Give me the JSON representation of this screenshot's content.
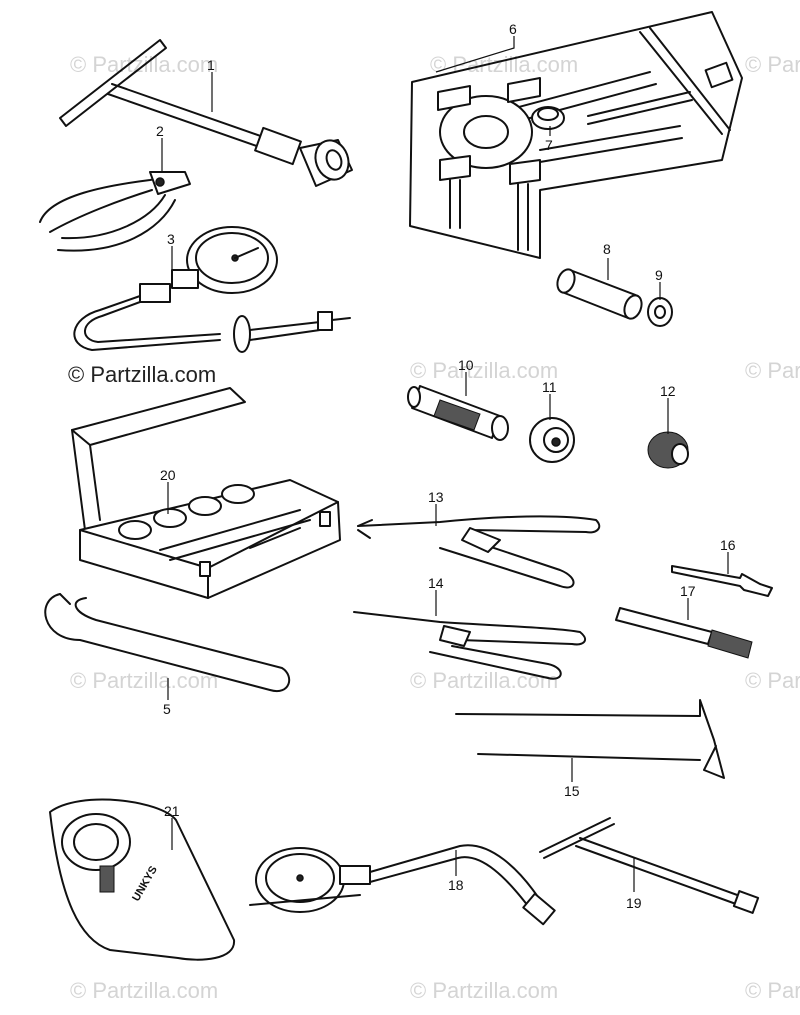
{
  "copyright_text": "© Partzilla.com",
  "watermark_text": "© Partzilla.com",
  "gauge_case_stamp": "UNKYS",
  "callouts": [
    "1",
    "2",
    "3",
    "5",
    "6",
    "7",
    "8",
    "9",
    "10",
    "11",
    "12",
    "13",
    "14",
    "15",
    "16",
    "17",
    "18",
    "19",
    "20",
    "21"
  ]
}
